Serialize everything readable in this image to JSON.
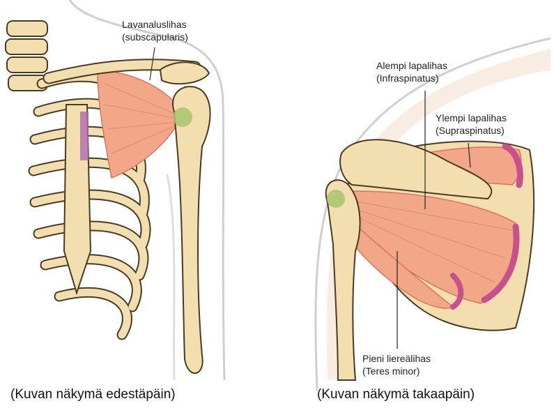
{
  "front_view": {
    "caption": "(Kuvan näkymä edestäpäin)",
    "label_subscapularis": {
      "line1": "Lavanaluslihas",
      "line2": "(subscapularis)"
    }
  },
  "back_view": {
    "caption": "(Kuvan näkymä takaapäin)",
    "label_infraspinatus": {
      "line1": "Alempi lapalihas",
      "line2": "(Infraspinatus)"
    },
    "label_supraspinatus": {
      "line1": "Ylempi lapalihas",
      "line2": "(Supraspinatus)"
    },
    "label_teres_minor": {
      "line1": "Pieni liereälihas",
      "line2": "(Teres minor)"
    }
  },
  "colors": {
    "bone": "#f3deb0",
    "bone_outline": "#4a3a22",
    "muscle": "#f2a888",
    "muscle_stripe": "#e07a5f",
    "tendon_attach": "#a8c66c",
    "insertion_pink": "#c8508c",
    "skin_outline": "#c8c8c8",
    "skin_fill": "#f7e8dc"
  }
}
